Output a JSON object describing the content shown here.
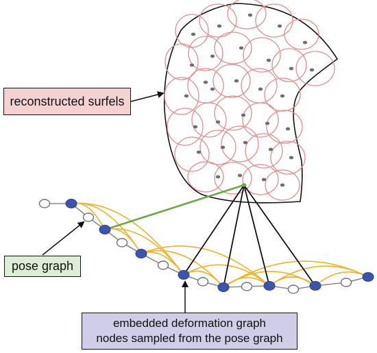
{
  "labels": {
    "surfels": "reconstructed surfels",
    "pose_graph": "pose graph",
    "embedded_line1": "embedded deformation graph",
    "embedded_line2": "nodes sampled from the pose graph"
  },
  "colors": {
    "surfel_circle": "#e58c8c",
    "surfel_center": "#6f6f6f",
    "surface_outline": "#111111",
    "pose_edge": "#8a8a8a",
    "pose_node_fill": "#ffffff",
    "pose_node_stroke": "#707070",
    "embedded_node": "#3a54b0",
    "embedded_edge": "#f1b21f",
    "association_line": "#6aaa45",
    "connector_line": "#111111",
    "surfels_box_bg": "#f4d2d2",
    "pose_box_bg": "#dcefd6",
    "embedded_box_bg": "#cfcde8"
  }
}
